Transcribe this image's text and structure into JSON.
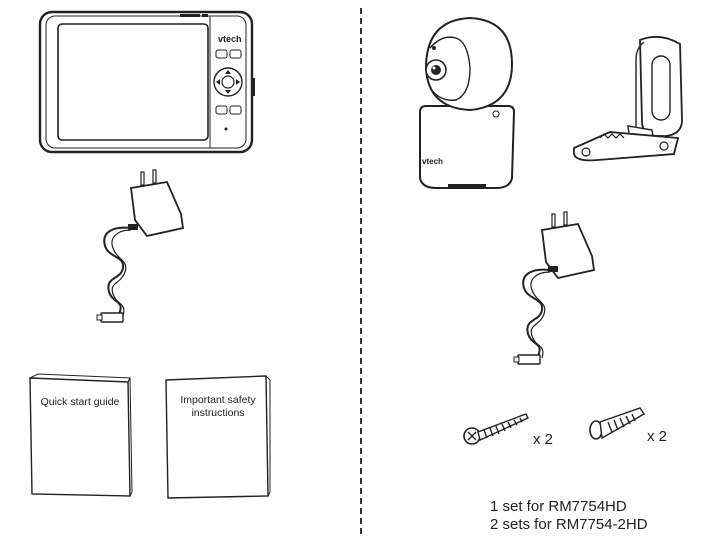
{
  "monitor": {
    "brand": "vtech"
  },
  "camera": {
    "brand": "vtech"
  },
  "booklets": {
    "quick_start": "Quick start  guide",
    "safety_line1": "Important safety",
    "safety_line2": "instructions"
  },
  "screws": {
    "qty": "x 2"
  },
  "anchors": {
    "qty": "x 2"
  },
  "notes": {
    "line1": "1 set for RM7754HD",
    "line2": "2 sets for RM7754-2HD"
  }
}
